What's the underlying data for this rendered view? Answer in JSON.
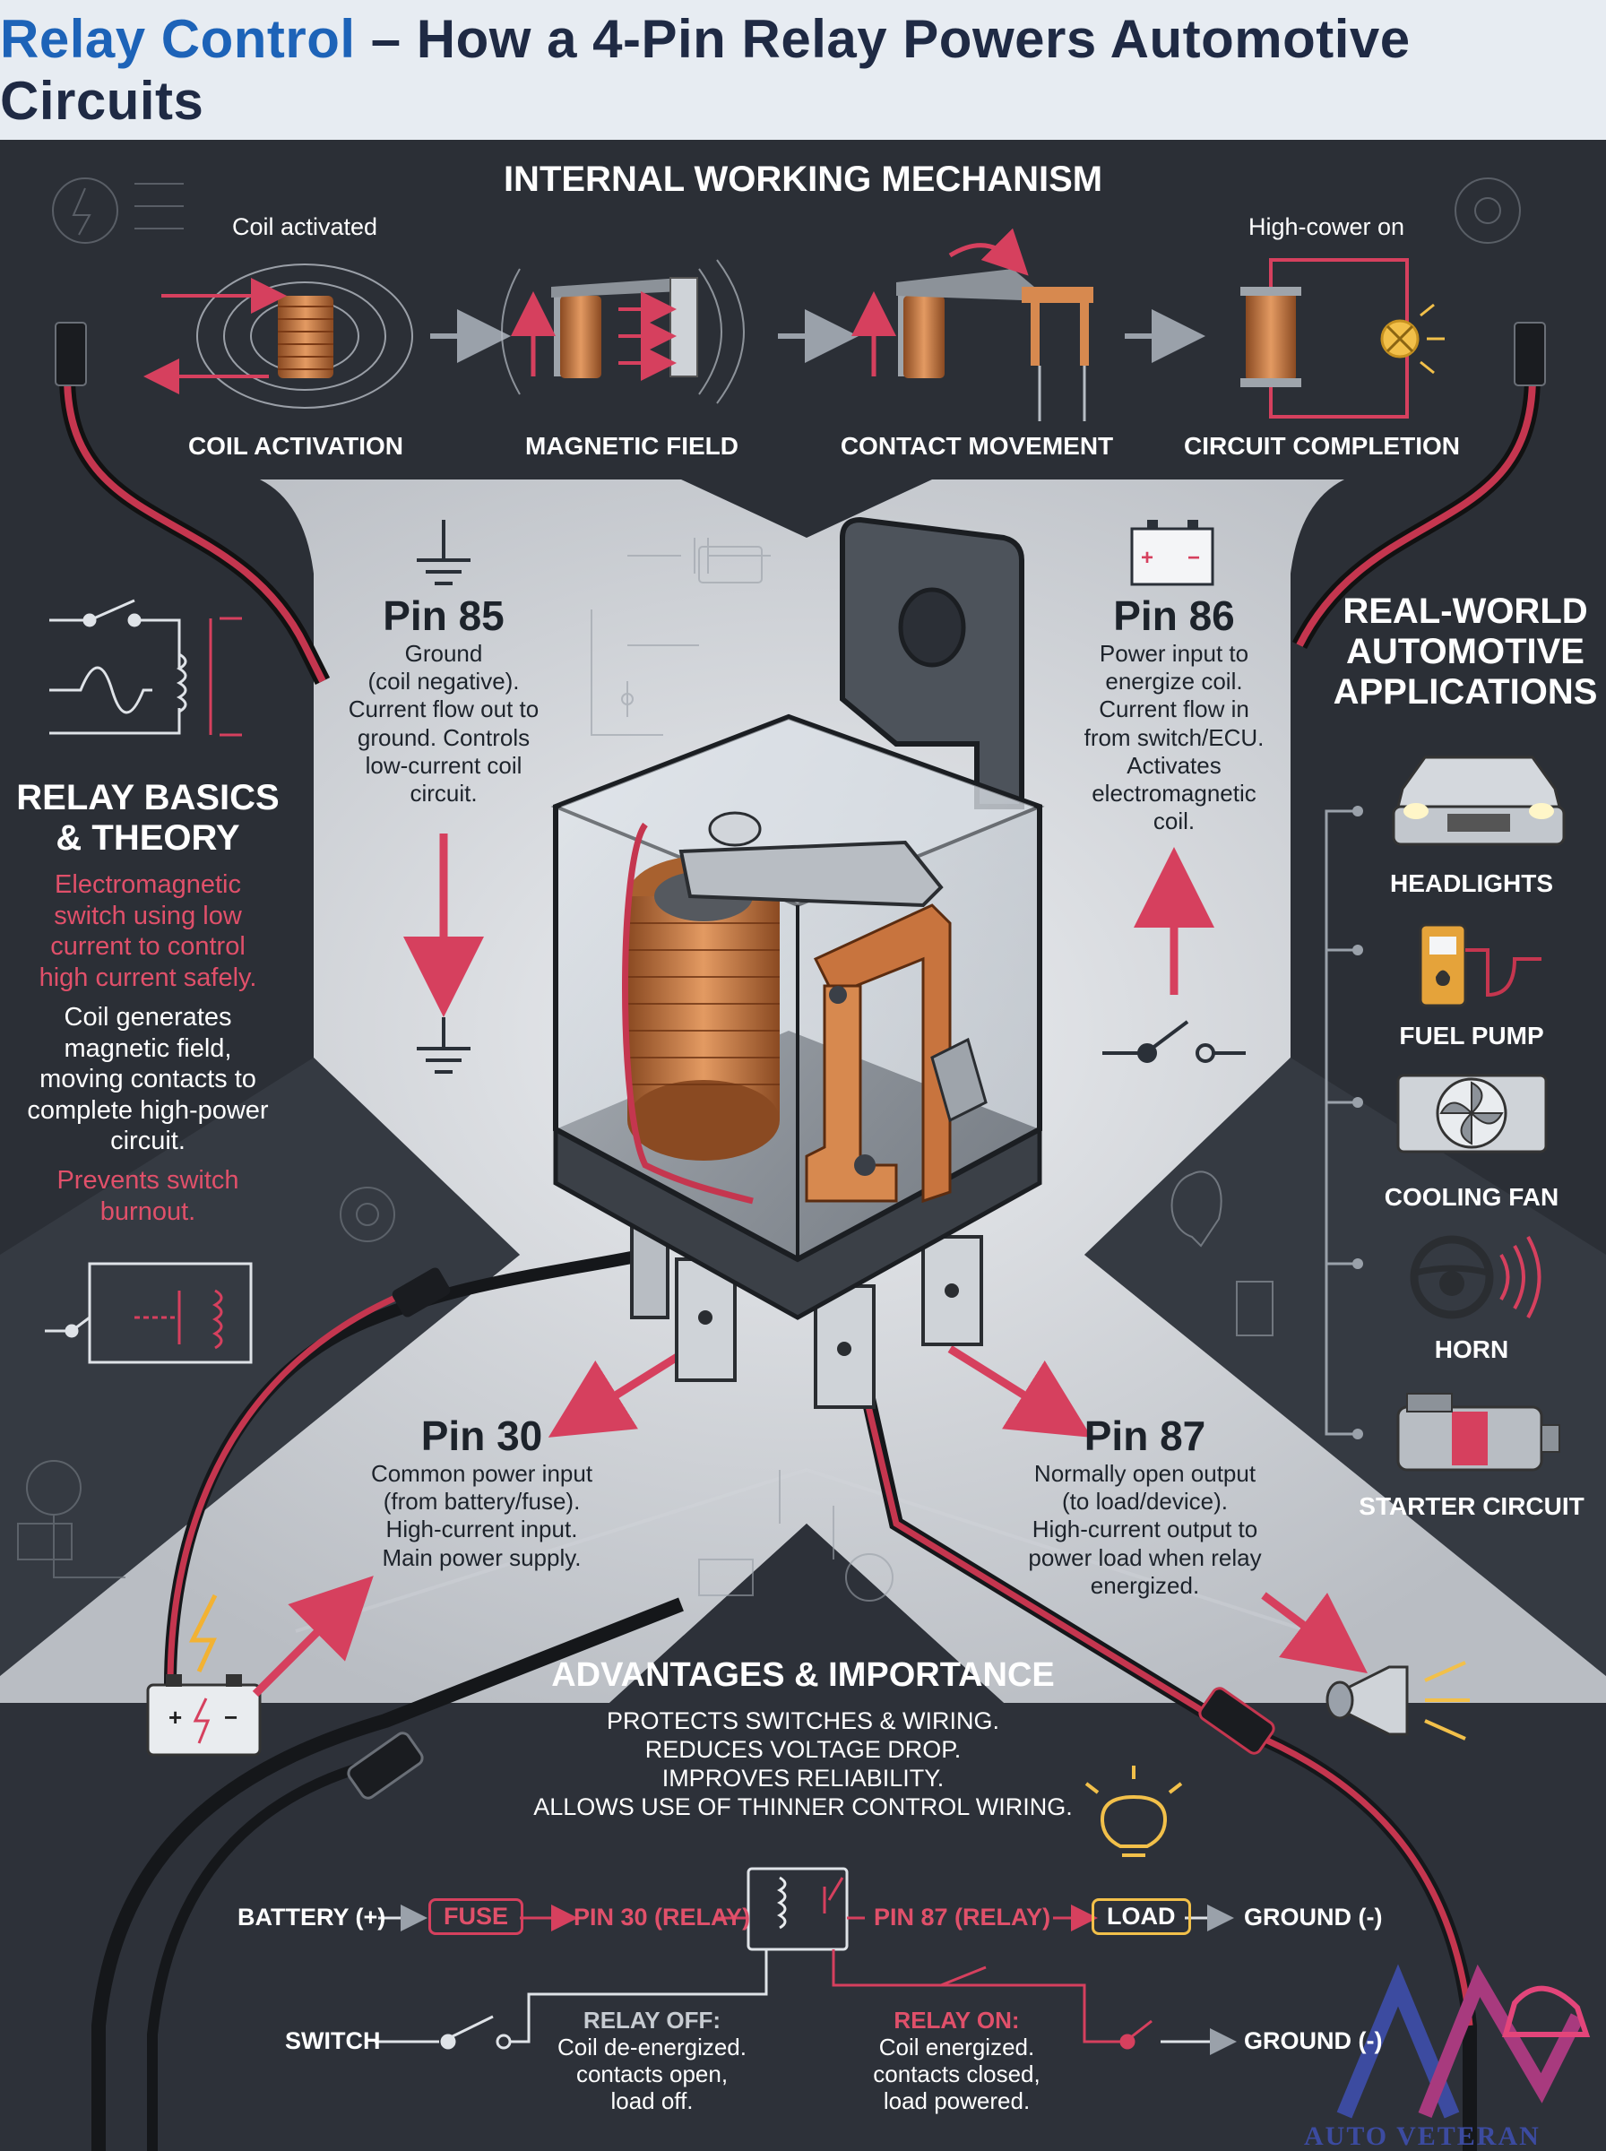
{
  "title": {
    "accent": "Relay Control",
    "rest": " – How a 4-Pin Relay Powers Automotive Circuits"
  },
  "mechanism": {
    "heading": "INTERNAL WORKING MECHANISM",
    "coil_caption": "Coil activated",
    "power_caption": "High-cower on",
    "steps": [
      "COIL ACTIVATION",
      "MAGNETIC FIELD",
      "CONTACT MOVEMENT",
      "CIRCUIT COMPLETION"
    ]
  },
  "basics": {
    "heading_line1": "RELAY BASICS",
    "heading_line2": "& THEORY",
    "red_text": [
      "Electromagnetic",
      "switch using low",
      "current to control",
      "high current safely."
    ],
    "white_text": [
      "Coil generates",
      "magnetic field,",
      "moving contacts to",
      "complete high-power",
      "circuit."
    ],
    "red_text_2": [
      "Prevents switch",
      "burnout."
    ]
  },
  "pins": {
    "p85": {
      "title": "Pin 85",
      "lines": [
        "Ground",
        "(coil negative).",
        "Current flow out to",
        "ground. Controls",
        "low-current coil",
        "circuit."
      ]
    },
    "p86": {
      "title": "Pin 86",
      "lines": [
        "Power input to",
        "energize coil.",
        "Current flow in",
        "from switch/ECU.",
        "Activates",
        "electromagnetic",
        "coil."
      ]
    },
    "p30": {
      "title": "Pin 30",
      "lines": [
        "Common power input",
        "(from battery/fuse).",
        "High-current input.",
        "Main power supply."
      ]
    },
    "p87": {
      "title": "Pin 87",
      "lines": [
        "Normally open output",
        "(to load/device).",
        "High-current output to",
        "power load when relay",
        "energized."
      ]
    }
  },
  "applications": {
    "heading": [
      "REAL-WORLD",
      "AUTOMOTIVE",
      "APPLICATIONS"
    ],
    "items": [
      "HEADLIGHTS",
      "FUEL PUMP",
      "COOLING FAN",
      "HORN",
      "STARTER CIRCUIT"
    ]
  },
  "advantages": {
    "heading": "ADVANTAGES & IMPORTANCE",
    "items": [
      "PROTECTS SWITCHES & WIRING.",
      "REDUCES VOLTAGE DROP.",
      "IMPROVES RELIABILITY.",
      "ALLOWS USE OF THINNER CONTROL WIRING."
    ]
  },
  "flow": {
    "battery": "BATTERY (+)",
    "fuse": "FUSE",
    "pin30": "PIN 30 (RELAY)",
    "pin87": "PIN 87 (RELAY)",
    "load": "LOAD",
    "ground": "GROUND (-)",
    "switch": "SWITCH",
    "ground2": "GROUND (-)",
    "relay_off_title": "RELAY OFF:",
    "relay_off_lines": [
      "Coil de-energized.",
      "contacts open,",
      "load off."
    ],
    "relay_on_title": "RELAY ON:",
    "relay_on_lines": [
      "Coil energized.",
      "contacts closed,",
      "load powered."
    ]
  },
  "logo": {
    "text": "AUTO VETERAN"
  },
  "colors": {
    "background": "#2b2f36",
    "panel": "#c9ccd1",
    "accent_red": "#d6405e",
    "title_blue": "#1d63b8",
    "copper": "#c8743e"
  }
}
